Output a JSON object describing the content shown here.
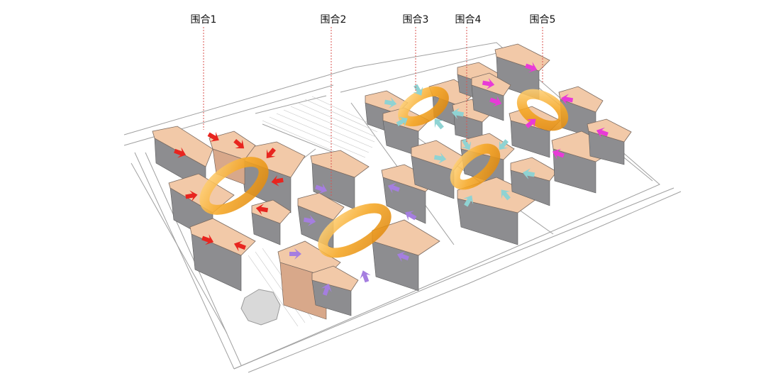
{
  "labels": [
    {
      "id": "enclosure-1",
      "text": "围合1"
    },
    {
      "id": "enclosure-2",
      "text": "围合2"
    },
    {
      "id": "enclosure-3",
      "text": "围合3"
    },
    {
      "id": "enclosure-4",
      "text": "围合4"
    },
    {
      "id": "enclosure-5",
      "text": "围合5"
    }
  ],
  "colors": {
    "leader": "#d9534f",
    "ring": "#f5a623",
    "enclosure1_arrows": "#e8251f",
    "enclosure2_arrows": "#a57ee0",
    "enclosure3_4_arrows": "#8fd3d3",
    "enclosure5_arrows": "#e83ad7",
    "building_roof": "#f2c9a8"
  }
}
